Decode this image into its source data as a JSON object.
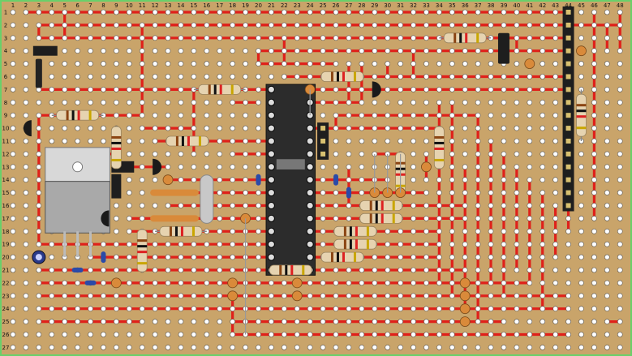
{
  "board": {
    "colors": {
      "board": "#c9a46a",
      "border": "#6ad06a",
      "track": "#e0201a",
      "hole": "#ffffff",
      "header": "#1e1e1e",
      "resistor": "#e6d3b0",
      "electrolytic_cap": "#2a3a8a",
      "ceramic_cap": "#d98a3a",
      "crystal": "#c8c8c8",
      "regulator": "#bfbfbf",
      "small_cap": "#2b4aa8"
    },
    "columns": [
      "1",
      "2",
      "3",
      "4",
      "5",
      "6",
      "7",
      "8",
      "9",
      "10",
      "11",
      "12",
      "13",
      "14",
      "15",
      "16",
      "17",
      "18",
      "19",
      "20",
      "21",
      "22",
      "23",
      "24",
      "25",
      "26",
      "27",
      "28",
      "29",
      "30",
      "31",
      "32",
      "33",
      "34",
      "35",
      "36",
      "37",
      "38",
      "39",
      "40",
      "41",
      "42",
      "43",
      "44",
      "45",
      "46",
      "47",
      "48"
    ],
    "rows": [
      "1",
      "2",
      "3",
      "4",
      "5",
      "6",
      "7",
      "8",
      "9",
      "10",
      "11",
      "12",
      "13",
      "14",
      "15",
      "16",
      "17",
      "18",
      "19",
      "20",
      "21",
      "22",
      "23",
      "24",
      "25",
      "26",
      "27"
    ]
  }
}
